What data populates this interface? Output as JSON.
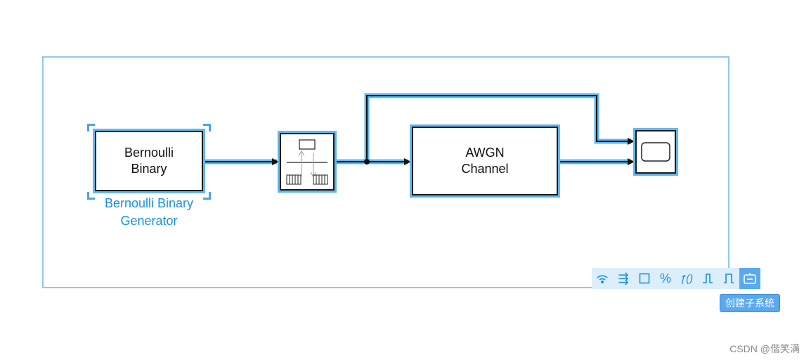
{
  "blocks": {
    "bernoulli": {
      "line1": "Bernoulli",
      "line2": "Binary",
      "label_line1": "Bernoulli Binary",
      "label_line2": "Generator"
    },
    "awgn": {
      "line1": "AWGN",
      "line2": "Channel"
    }
  },
  "toolbar": {
    "buttons": [
      {
        "icon": "signal-icon",
        "glyph": "⦿"
      },
      {
        "icon": "parallel-arrows-icon",
        "glyph": "⇶"
      },
      {
        "icon": "square-icon",
        "glyph": "☐"
      },
      {
        "icon": "percent-icon",
        "glyph": "%"
      },
      {
        "icon": "function-icon",
        "glyph": "ƒ()"
      },
      {
        "icon": "rising-step-icon",
        "glyph": "⎍"
      },
      {
        "icon": "pulse-icon",
        "glyph": "⎍"
      },
      {
        "icon": "create-subsystem-icon",
        "glyph": ""
      }
    ],
    "tooltip": "创建子系统"
  },
  "watermark": "CSDN @偕笑满",
  "colors": {
    "selection": "#5fb8f0",
    "label": "#1a8fe0",
    "toolbar_bg": "#dceefa",
    "tooltip_bg": "#5aa9ee"
  }
}
